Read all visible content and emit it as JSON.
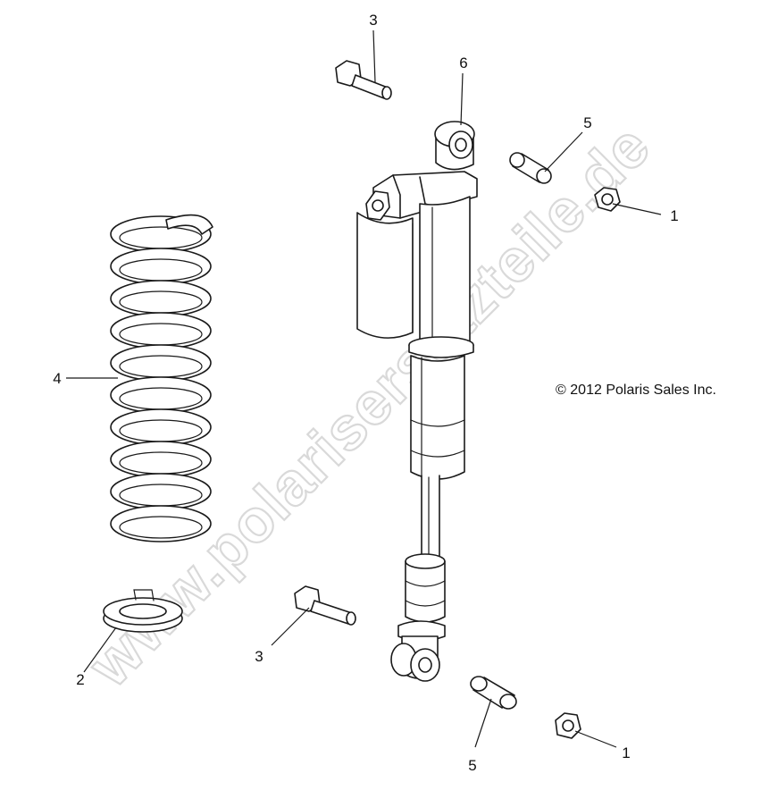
{
  "callouts": {
    "nut_upper": "1",
    "nut_lower": "1",
    "spring_seat": "2",
    "bolt_upper": "3",
    "bolt_lower": "3",
    "spring": "4",
    "spacer_upper": "5",
    "spacer_lower": "5",
    "shock": "6"
  },
  "copyright": "© 2012 Polaris Sales Inc.",
  "watermark": "www.polarisersatzteile.de"
}
